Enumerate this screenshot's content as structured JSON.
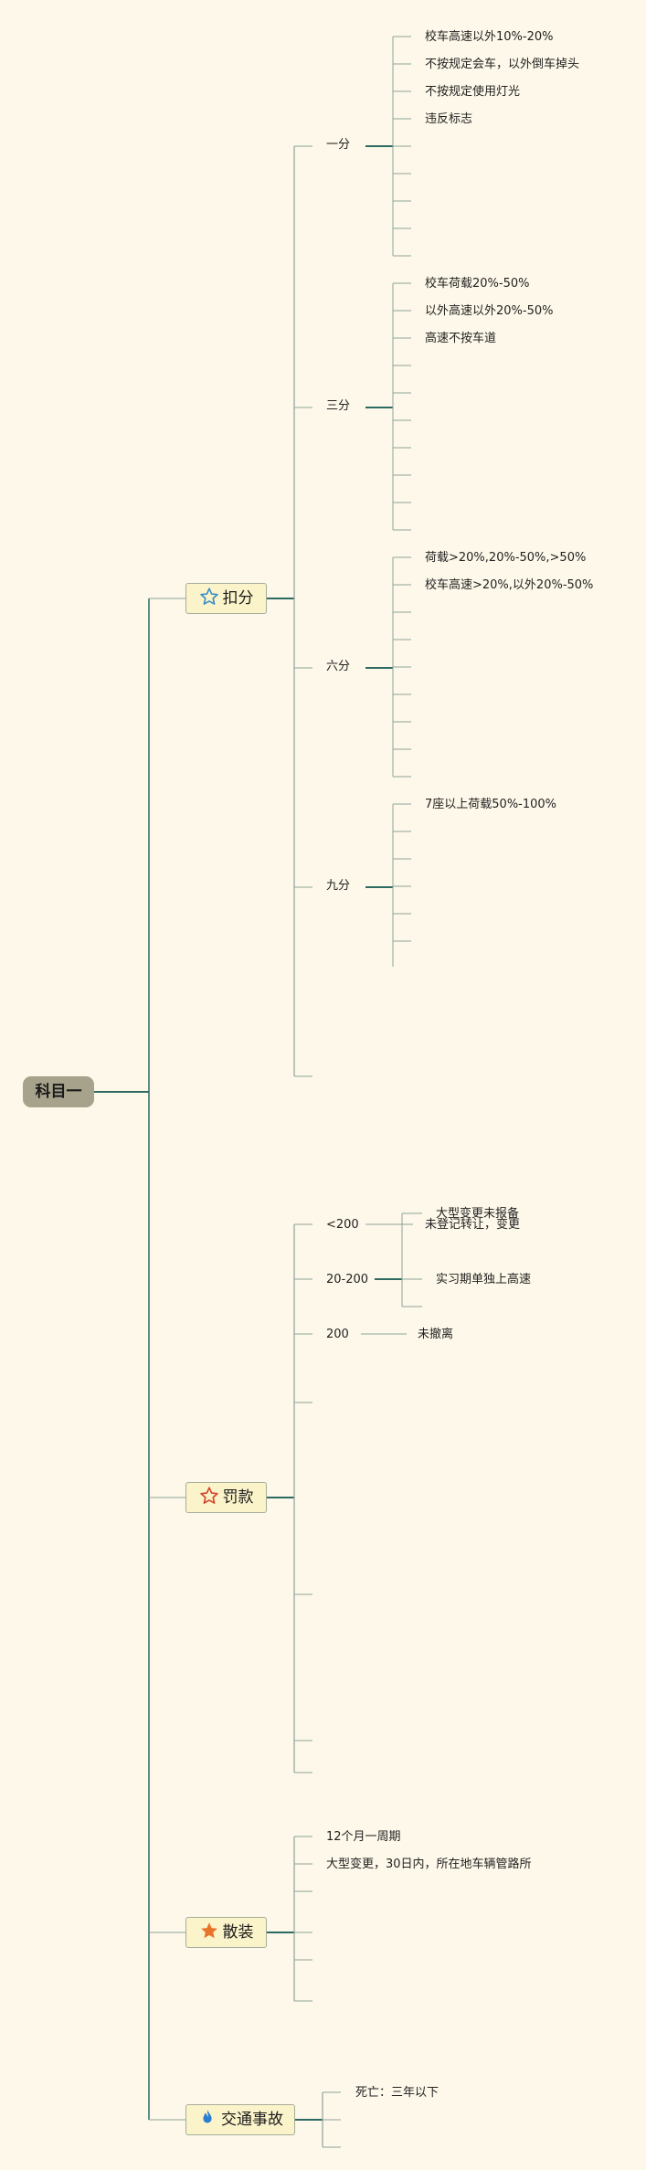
{
  "root": {
    "label": "科目一"
  },
  "colors": {
    "background": "#fdf8e9",
    "line": "#2d6a63",
    "thin_line": "#8fa39a",
    "topic_fill": "#fbf3c9",
    "root_fill": "#a7a28c"
  },
  "topics": [
    {
      "label": "扣分",
      "icon": "star-outline-icon",
      "icon_color": "#3a8fc8",
      "groups": [
        {
          "label": "一分",
          "items": [
            "校车高速以外10%-20%",
            "不按规定会车，以外倒车掉头",
            "不按规定使用灯光",
            "违反标志"
          ]
        },
        {
          "label": "三分",
          "items": [
            "校车荷载20%-50%",
            "以外高速以外20%-50%",
            "高速不按车道"
          ]
        },
        {
          "label": "六分",
          "items": [
            "荷载>20%,20%-50%,>50%",
            "校车高速>20%,以外20%-50%"
          ]
        },
        {
          "label": "九分",
          "items": [
            "7座以上荷载50%-100%"
          ]
        }
      ]
    },
    {
      "label": "罚款",
      "icon": "star-outline-red-icon",
      "icon_color": "#d3452c",
      "groups": [
        {
          "label": "<200",
          "items": [
            "未登记转让，变更"
          ]
        },
        {
          "label": "20-200",
          "items": [
            "大型变更未报备",
            "实习期单独上高速"
          ]
        },
        {
          "label": "200",
          "items": [
            "未撤离"
          ]
        }
      ]
    },
    {
      "label": "散装",
      "icon": "star-filled-icon",
      "icon_color": "#e8742a",
      "groups": [
        {
          "label": "12个月一周期",
          "items": []
        },
        {
          "label": "大型变更，30日内，所在地车辆管路所",
          "items": []
        }
      ]
    },
    {
      "label": "交通事故",
      "icon": "flame-icon",
      "icon_color": "#2a7ed0",
      "groups": [
        {
          "label": "死亡：三年以下",
          "items": []
        }
      ]
    }
  ]
}
